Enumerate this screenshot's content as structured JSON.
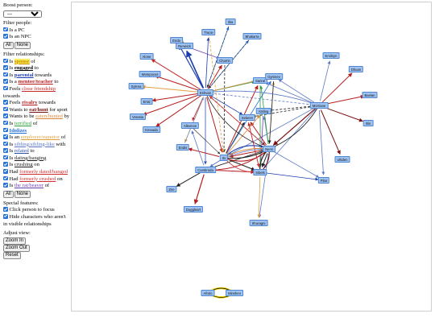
{
  "sidebar": {
    "boost_label": "Boost person:",
    "boost_value": "---",
    "filter_people_label": "Filter people:",
    "people": [
      "Is a PC",
      "Is an NPC"
    ],
    "all_label": "All",
    "none_label": "None",
    "filter_rel_label": "Filter relationships:",
    "relationships": [
      {
        "pre": "Is ",
        "kw": "spouse",
        "post": " of",
        "color": "#cc8800",
        "bg": "#f6ef58",
        "bold": true
      },
      {
        "pre": "Is ",
        "kw": "engaged",
        "post": " to",
        "color": "#000000",
        "bold": true
      },
      {
        "pre": "Is ",
        "kw": "parental",
        "post": " towards",
        "color": "#1b3cb0",
        "bold": true
      },
      {
        "pre": "Is a ",
        "kw": "mentor/teacher",
        "post": " to",
        "color": "#b71c1c",
        "bold": true
      },
      {
        "pre": "Feels ",
        "kw": "close friendship",
        "post": " towards",
        "color": "#c62828"
      },
      {
        "pre": "Feels ",
        "kw": "rivalry",
        "post": " towards",
        "color": "#b71c1c",
        "bold": true
      },
      {
        "pre": "Wants to ",
        "kw": "eat/hunt",
        "post": " for sport",
        "color": "#7a1010",
        "bold": true
      },
      {
        "pre": "Wants to be ",
        "kw": "eaten/hunted",
        "post": " by",
        "color": "#d8883a"
      },
      {
        "pre": "Is ",
        "kw": "terrified",
        "post": " of",
        "color": "#2e9e3e"
      },
      {
        "pre": "",
        "kw": "Idolizes",
        "post": "",
        "color": "#1f6fd6",
        "bold": true
      },
      {
        "pre": "Is an ",
        "kw": "employer/superior",
        "post": " of",
        "color": "#e0a040"
      },
      {
        "pre": "Is ",
        "kw": "sibling/sibling-like",
        "post": " with",
        "color": "#5b78c8"
      },
      {
        "pre": "Is ",
        "kw": "related",
        "post": " to",
        "color": "#2f4fb0"
      },
      {
        "pre": "Is ",
        "kw": "dating/banging",
        "post": "",
        "color": "#222222"
      },
      {
        "pre": "Is ",
        "kw": "crushing",
        "post": " on",
        "color": "#222222"
      },
      {
        "pre": "Had ",
        "kw": "formerly dated/banged",
        "post": "",
        "color": "#d03030"
      },
      {
        "pre": "Had ",
        "kw": "formerly crushed",
        "post": " on",
        "color": "#d03030"
      },
      {
        "pre": "Is ",
        "kw": "the rat/beaver",
        "post": " of",
        "color": "#6a3fb0"
      }
    ],
    "special_label": "Special features:",
    "special": [
      "Click person to focus",
      "Hide characters who aren't in visible relationships"
    ],
    "adjust_label": "Adjust view:",
    "zoom_in": "Zoom In",
    "zoom_out": "Zoom Out",
    "reset": "Reset"
  },
  "graph": {
    "nodes": [
      {
        "id": "enda",
        "label": "Enda"
      },
      {
        "id": "renwick",
        "label": "Renwick"
      },
      {
        "id": "tracie",
        "label": "Tracie"
      },
      {
        "id": "ilira",
        "label": "Ilira"
      },
      {
        "id": "bhakarra",
        "label": "Bhakarra"
      },
      {
        "id": "alone",
        "label": "Alone"
      },
      {
        "id": "charrin",
        "label": "Charrin"
      },
      {
        "id": "wompocus",
        "label": "Wompocus"
      },
      {
        "id": "sylena",
        "label": "Sylena"
      },
      {
        "id": "eshvan",
        "label": "Eshvan"
      },
      {
        "id": "sanral",
        "label": "Sanral"
      },
      {
        "id": "gymnev",
        "label": "Gymnev"
      },
      {
        "id": "emilnyn",
        "label": "Emilnyn"
      },
      {
        "id": "dhuan",
        "label": "Dhuan"
      },
      {
        "id": "baelan",
        "label": "Baelan"
      },
      {
        "id": "morriane",
        "label": "Morriane"
      },
      {
        "id": "erral",
        "label": "Erral"
      },
      {
        "id": "venatia",
        "label": "Venatia"
      },
      {
        "id": "kmeada",
        "label": "Kmeada"
      },
      {
        "id": "alkemon",
        "label": "Alkemon"
      },
      {
        "id": "seleren",
        "label": "Seleren"
      },
      {
        "id": "atsling",
        "label": "Atsling"
      },
      {
        "id": "ilrin",
        "label": "Ilrin"
      },
      {
        "id": "endis",
        "label": "Endis"
      },
      {
        "id": "ilo",
        "label": "Ilo"
      },
      {
        "id": "nemi",
        "label": "Nemi"
      },
      {
        "id": "ultiden",
        "label": "Ultiden"
      },
      {
        "id": "cambroda",
        "label": "Cambroda"
      },
      {
        "id": "sibels",
        "label": "Sibels"
      },
      {
        "id": "pilar",
        "label": "Pilar"
      },
      {
        "id": "zee",
        "label": "Zee"
      },
      {
        "id": "duggleart",
        "label": "Duggleart"
      },
      {
        "id": "shuragni",
        "label": "Shuragni"
      },
      {
        "id": "afrolo",
        "label": "Afrolo"
      },
      {
        "id": "minshen",
        "label": "Minshen"
      }
    ]
  },
  "colors": {
    "node_fill": "#9fc4f4",
    "node_border": "#4f86cf",
    "checkbox": "#2b74d6"
  }
}
